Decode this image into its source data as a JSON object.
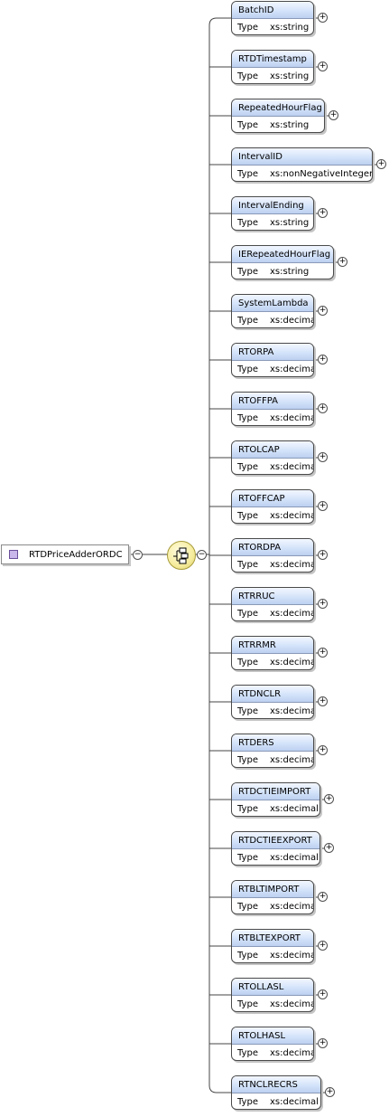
{
  "root": {
    "name": "RTDPriceAdderORDC",
    "collapse_symbol": "−"
  },
  "compositor": {
    "kind": "sequence",
    "collapse_symbol": "−"
  },
  "type_label": "Type",
  "expand_symbol": "+",
  "elements": [
    {
      "name": "BatchID",
      "type": "xs:string"
    },
    {
      "name": "RTDTimestamp",
      "type": "xs:string"
    },
    {
      "name": "RepeatedHourFlag",
      "type": "xs:string"
    },
    {
      "name": "IntervalID",
      "type": "xs:nonNegativeInteger"
    },
    {
      "name": "IntervalEnding",
      "type": "xs:string"
    },
    {
      "name": "IERepeatedHourFlag",
      "type": "xs:string"
    },
    {
      "name": "SystemLambda",
      "type": "xs:decimal"
    },
    {
      "name": "RTORPA",
      "type": "xs:decimal"
    },
    {
      "name": "RTOFFPA",
      "type": "xs:decimal"
    },
    {
      "name": "RTOLCAP",
      "type": "xs:decimal"
    },
    {
      "name": "RTOFFCAP",
      "type": "xs:decimal"
    },
    {
      "name": "RTORDPA",
      "type": "xs:decimal"
    },
    {
      "name": "RTRRUC",
      "type": "xs:decimal"
    },
    {
      "name": "RTRRMR",
      "type": "xs:decimal"
    },
    {
      "name": "RTDNCLR",
      "type": "xs:decimal"
    },
    {
      "name": "RTDERS",
      "type": "xs:decimal"
    },
    {
      "name": "RTDCTIEIMPORT",
      "type": "xs:decimal"
    },
    {
      "name": "RTDCTIEEXPORT",
      "type": "xs:decimal"
    },
    {
      "name": "RTBLTIMPORT",
      "type": "xs:decimal"
    },
    {
      "name": "RTBLTEXPORT",
      "type": "xs:decimal"
    },
    {
      "name": "RTOLLASL",
      "type": "xs:decimal"
    },
    {
      "name": "RTOLHASL",
      "type": "xs:decimal"
    },
    {
      "name": "RTNCLRECRS",
      "type": "xs:decimal"
    }
  ]
}
